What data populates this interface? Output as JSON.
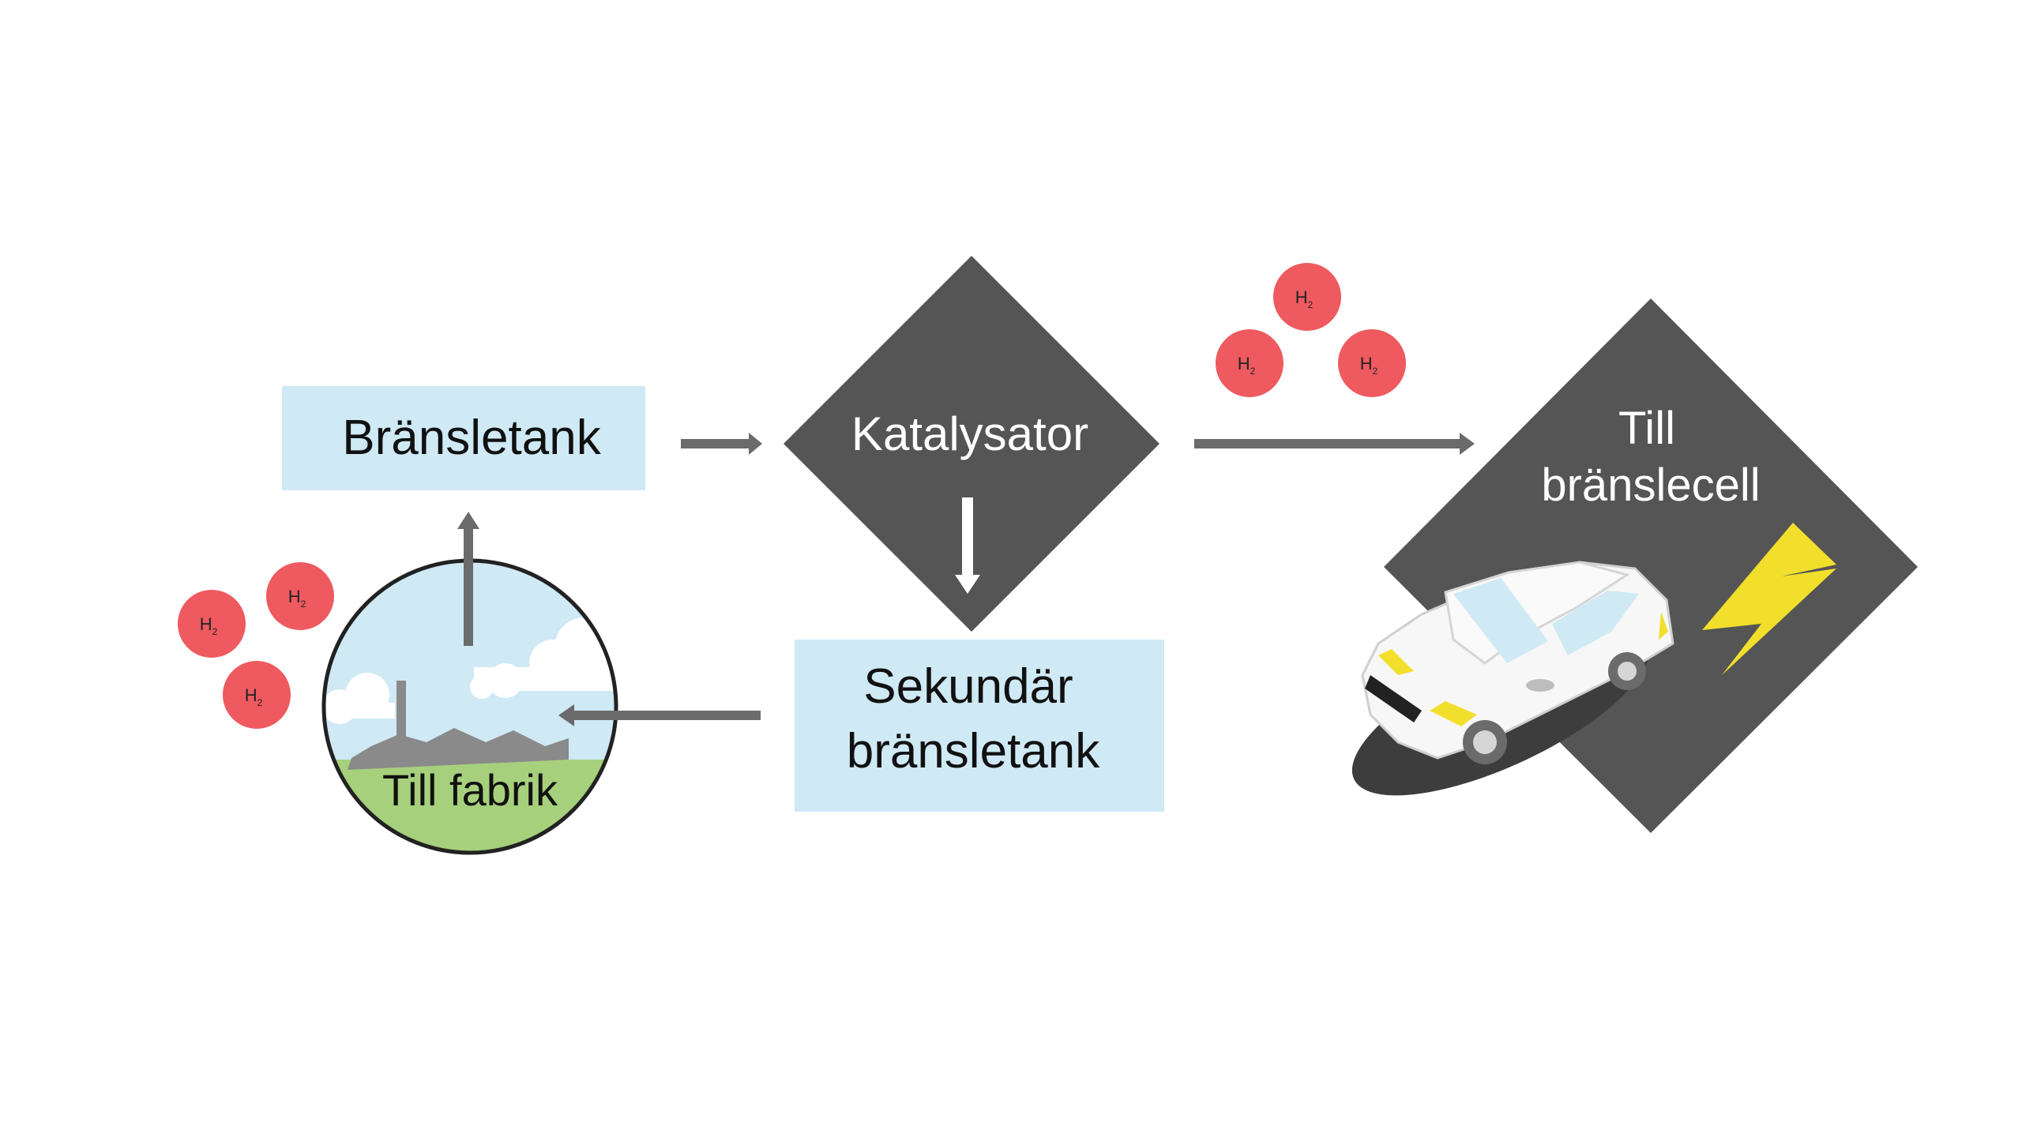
{
  "nodes": {
    "fuel_tank": {
      "label": "Bränsletank"
    },
    "catalyst": {
      "label": "Katalysator"
    },
    "secondary_tank": {
      "line1": "Sekundär",
      "line2": "bränsletank"
    },
    "fuel_cell": {
      "line1": "Till",
      "line2": "bränslecell"
    },
    "factory": {
      "label": "Till fabrik"
    }
  },
  "molecule": {
    "symbol": "H",
    "subscript": "2"
  },
  "colors": {
    "box_fill": "#cfe9f5",
    "diamond_fill": "#555555",
    "arrow": "#6b6b6b",
    "molecule": "#ee5a5f",
    "sky": "#cfe9f5",
    "grass": "#a7d07c",
    "lightning": "#f2df2c"
  },
  "icons": {
    "car": "car-icon",
    "lightning": "lightning-icon",
    "factory": "factory-icon"
  }
}
